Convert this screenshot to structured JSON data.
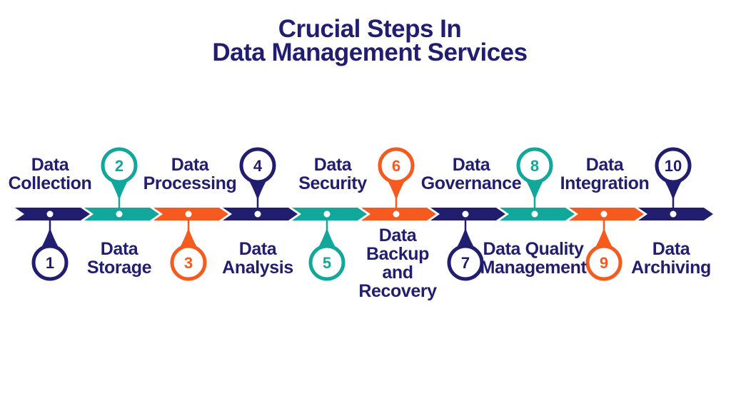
{
  "title": {
    "line1": "Crucial Steps In",
    "line2": "Data Management Services"
  },
  "colors": {
    "navy": "#221E6F",
    "teal": "#12A79B",
    "orange": "#F65A1F",
    "background": "#FFFFFF"
  },
  "timeline": {
    "step_count": "10",
    "color_cycle": [
      "navy",
      "teal",
      "orange"
    ]
  },
  "steps": [
    {
      "number": "1",
      "label": "Data Collection",
      "label_lines": [
        "Data",
        "Collection"
      ],
      "color": "navy",
      "pin_position": "below",
      "label_position": "above"
    },
    {
      "number": "2",
      "label": "Data Storage",
      "label_lines": [
        "Data",
        "Storage"
      ],
      "color": "teal",
      "pin_position": "above",
      "label_position": "below"
    },
    {
      "number": "3",
      "label": "Data Processing",
      "label_lines": [
        "Data",
        "Processing"
      ],
      "color": "orange",
      "pin_position": "below",
      "label_position": "above"
    },
    {
      "number": "4",
      "label": "Data Analysis",
      "label_lines": [
        "Data",
        "Analysis"
      ],
      "color": "navy",
      "pin_position": "above",
      "label_position": "below"
    },
    {
      "number": "5",
      "label": "Data Security",
      "label_lines": [
        "Data",
        "Security"
      ],
      "color": "teal",
      "pin_position": "below",
      "label_position": "above"
    },
    {
      "number": "6",
      "label": "Data Backup and Recovery",
      "label_lines": [
        "Data",
        "Backup",
        "and",
        "Recovery"
      ],
      "color": "orange",
      "pin_position": "above",
      "label_position": "below"
    },
    {
      "number": "7",
      "label": "Data Governance",
      "label_lines": [
        "Data",
        "Governance"
      ],
      "color": "navy",
      "pin_position": "below",
      "label_position": "above"
    },
    {
      "number": "8",
      "label": "Data Quality Management",
      "label_lines": [
        "Data Quality",
        "Management"
      ],
      "color": "teal",
      "pin_position": "above",
      "label_position": "below"
    },
    {
      "number": "9",
      "label": "Data Integration",
      "label_lines": [
        "Data",
        "Integration"
      ],
      "color": "orange",
      "pin_position": "below",
      "label_position": "above"
    },
    {
      "number": "10",
      "label": "Data Archiving",
      "label_lines": [
        "Data",
        "Archiving"
      ],
      "color": "navy",
      "pin_position": "above",
      "label_position": "below"
    }
  ]
}
